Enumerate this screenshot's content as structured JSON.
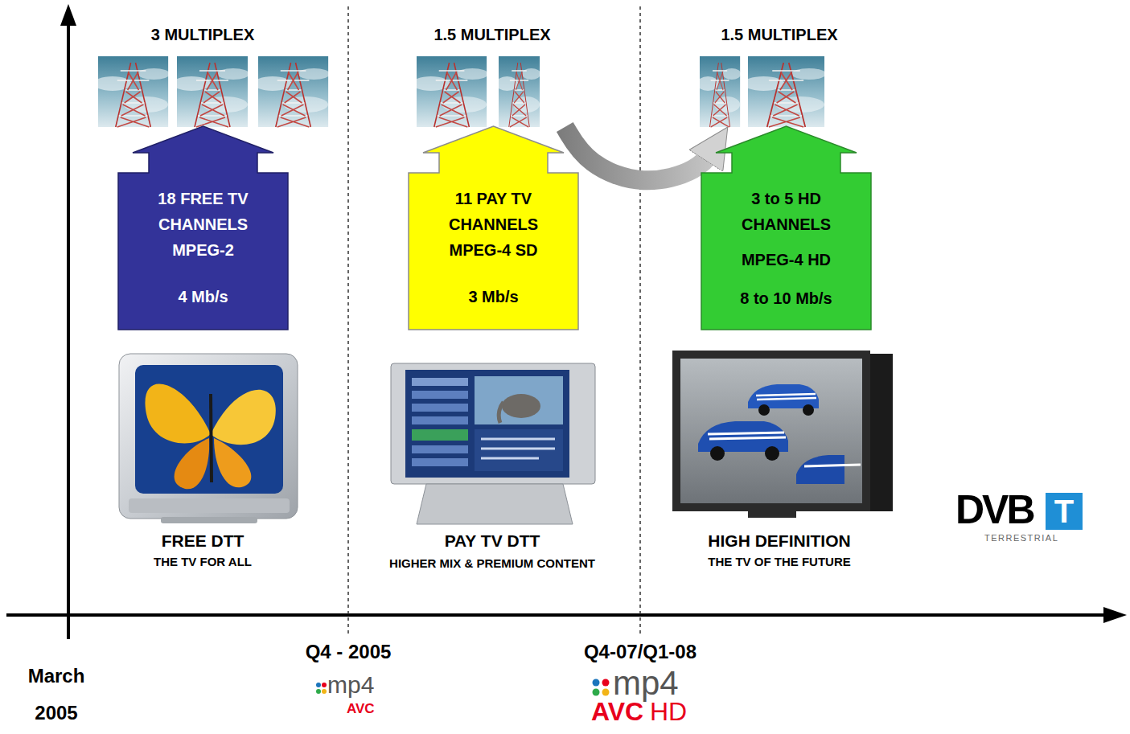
{
  "diagram": {
    "nodes": [
      {
        "text": [
          "3 MULTIPLEX"
        ]
      },
      {
        "text": [
          "1.5 MULTIPLEX"
        ]
      },
      {
        "text": [
          "1.5 MULTIPLEX"
        ]
      },
      {
        "text": [
          "18 FREE TV CHANNELS MPEG-2",
          "4 Mb/s"
        ]
      },
      {
        "text": [
          "11 PAY TV CHANNELS MPEG-4 SD",
          "3 Mb/s"
        ]
      },
      {
        "text": [
          "3 to 5 HD CHANNELS",
          "MPEG-4 HD",
          "8 to 10 Mb/s"
        ]
      }
    ],
    "edges": [
      {
        "from": 1,
        "to": 2,
        "arrow": "to"
      }
    ],
    "labels": [
      "FREE DTT",
      "THE TV FOR ALL",
      "PAY TV DTT",
      "HIGHER MIX & PREMIUM CONTENT",
      "HIGH DEFINITION",
      "THE TV OF THE FUTURE",
      "March 2005",
      "Q4 - 2005",
      "mp4",
      "AVC",
      "Q4-07/Q1-08",
      "mp4",
      "AVC",
      "HD",
      "DVB",
      "T",
      "TERRESTRIAL"
    ]
  }
}
